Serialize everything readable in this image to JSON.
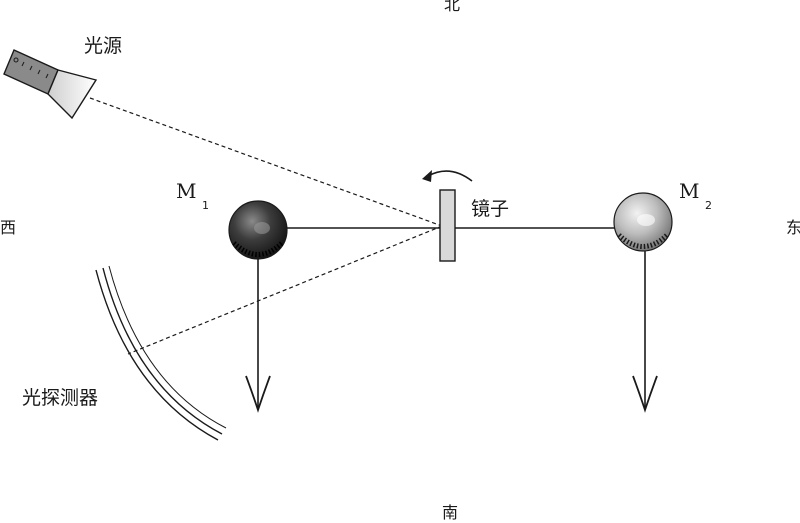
{
  "directions": {
    "north": "北",
    "south": "南",
    "west": "西",
    "east": "东"
  },
  "labels": {
    "light_source": "光源",
    "mirror": "镜子",
    "detector": "光探测器",
    "mass_1": "M",
    "mass_1_sub": "1",
    "mass_2": "M",
    "mass_2_sub": "2"
  },
  "colors": {
    "ink": "#1a1a1a",
    "mass_1_fill": "#3a3a3a",
    "mass_2_fill": "#b5b5b5",
    "mirror_fill": "#d9d9d9",
    "source_fill": "#8a8a8a"
  }
}
